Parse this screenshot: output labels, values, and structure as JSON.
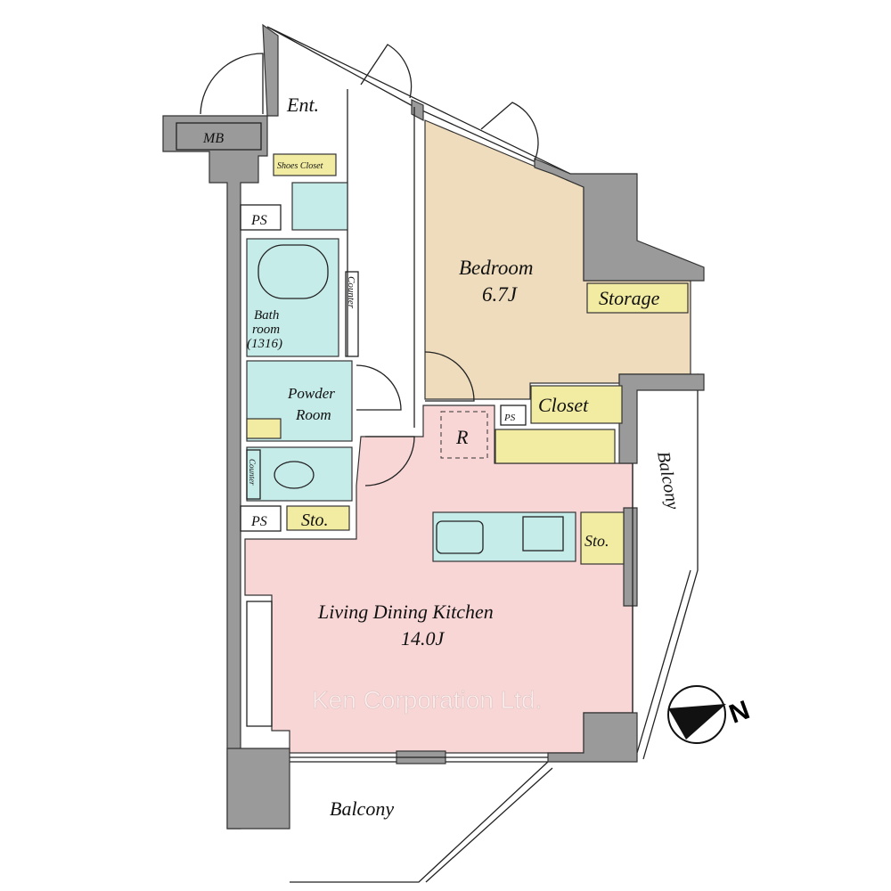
{
  "rooms": {
    "entrance": "Ent.",
    "meter_box": "MB",
    "shoes_closet": "Shoes Closet",
    "ps_top": "PS",
    "counter_hall": "Counter",
    "bathroom_line1": "Bath",
    "bathroom_line2": "room",
    "bathroom_line3": "(1316)",
    "powder_line1": "Powder",
    "powder_line2": "Room",
    "counter_toilet": "Counter",
    "ps_bottom": "PS",
    "storage_small": "Sto.",
    "bedroom": "Bedroom",
    "bedroom_size": "6.7J",
    "storage": "Storage",
    "ps_closet": "PS",
    "closet": "Closet",
    "fridge": "R",
    "kitchen_storage": "Sto.",
    "ldk": "Living Dining Kitchen",
    "ldk_size": "14.0J",
    "balcony_side": "Balcony",
    "balcony_bottom": "Balcony"
  },
  "watermark": "Ken Corporation Ltd.",
  "compass": {
    "label": "N"
  },
  "colors": {
    "ldk": "#f8d6d6",
    "bedroom": "#eedcbc",
    "wet": "#c6ecea",
    "storage": "#f2eca2",
    "wall": "#9a9a9a"
  }
}
